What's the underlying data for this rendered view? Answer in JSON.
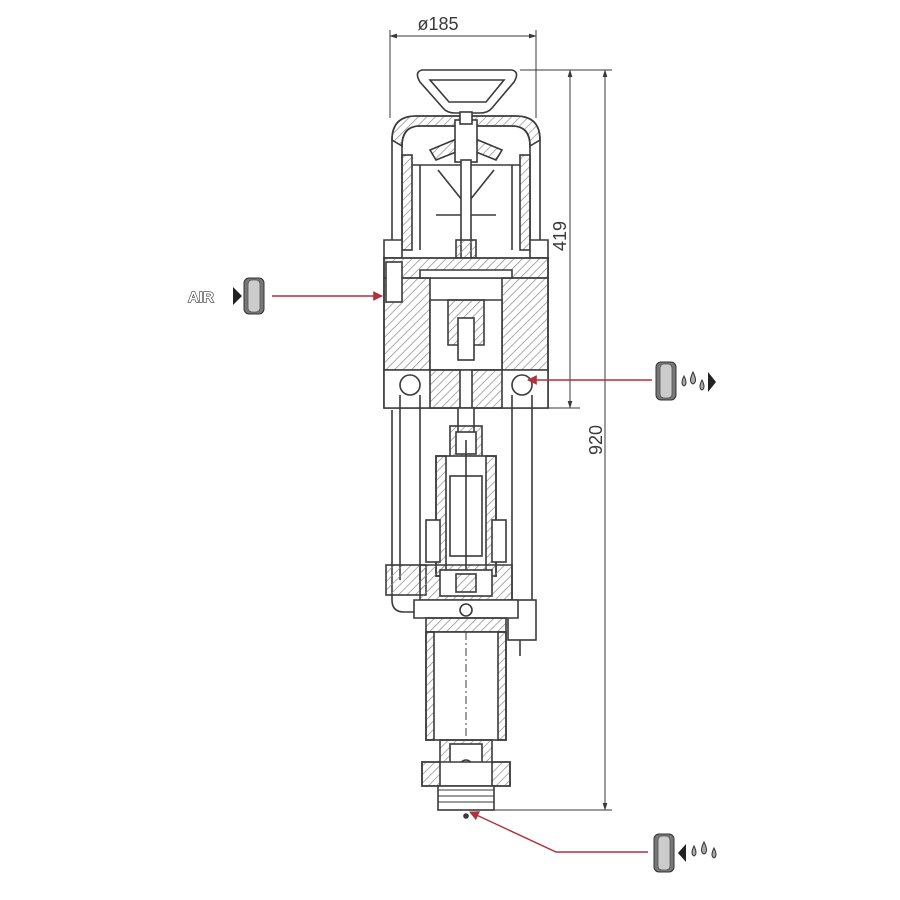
{
  "dimensions": {
    "diameter": "ø185",
    "upper_height": "419",
    "total_height": "920"
  },
  "ports": {
    "air": {
      "label": "AIR"
    },
    "outlet": {
      "symbol": "water-out-icon"
    },
    "inlet": {
      "symbol": "water-in-icon"
    }
  },
  "colors": {
    "outline": "#3a3a3a",
    "hatch": "#8a8a8a",
    "leader": "#b0303c",
    "fitting": "#777777"
  }
}
